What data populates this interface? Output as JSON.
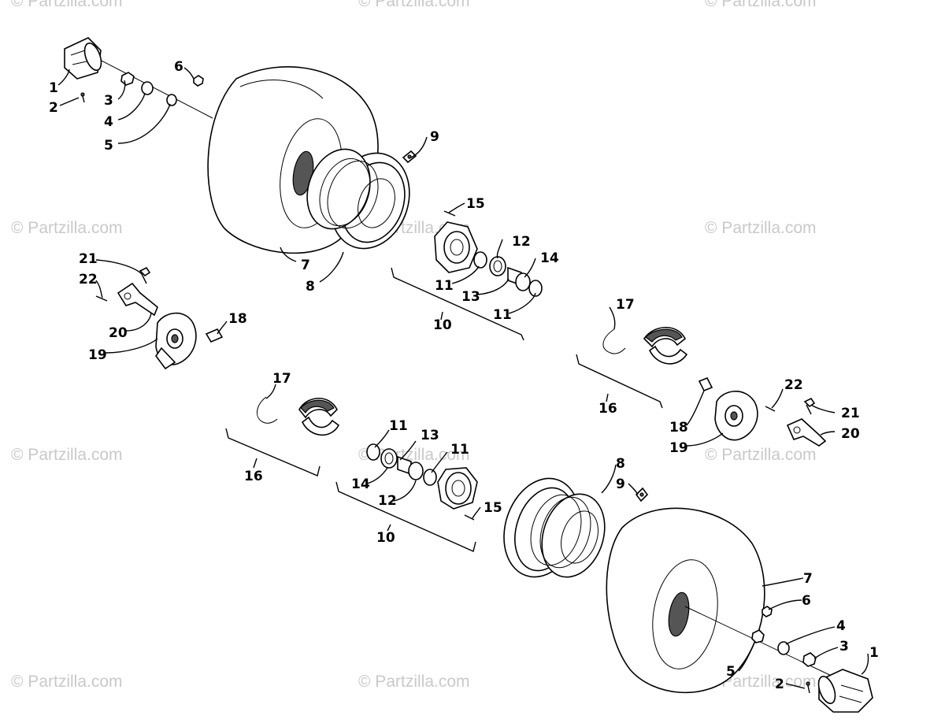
{
  "watermark": "© Partzilla.com",
  "diagram": {
    "callouts": [
      "1",
      "2",
      "3",
      "4",
      "5",
      "6",
      "7",
      "8",
      "9",
      "10",
      "11",
      "12",
      "13",
      "14",
      "15",
      "16",
      "17",
      "18",
      "19",
      "20",
      "21",
      "22"
    ]
  }
}
